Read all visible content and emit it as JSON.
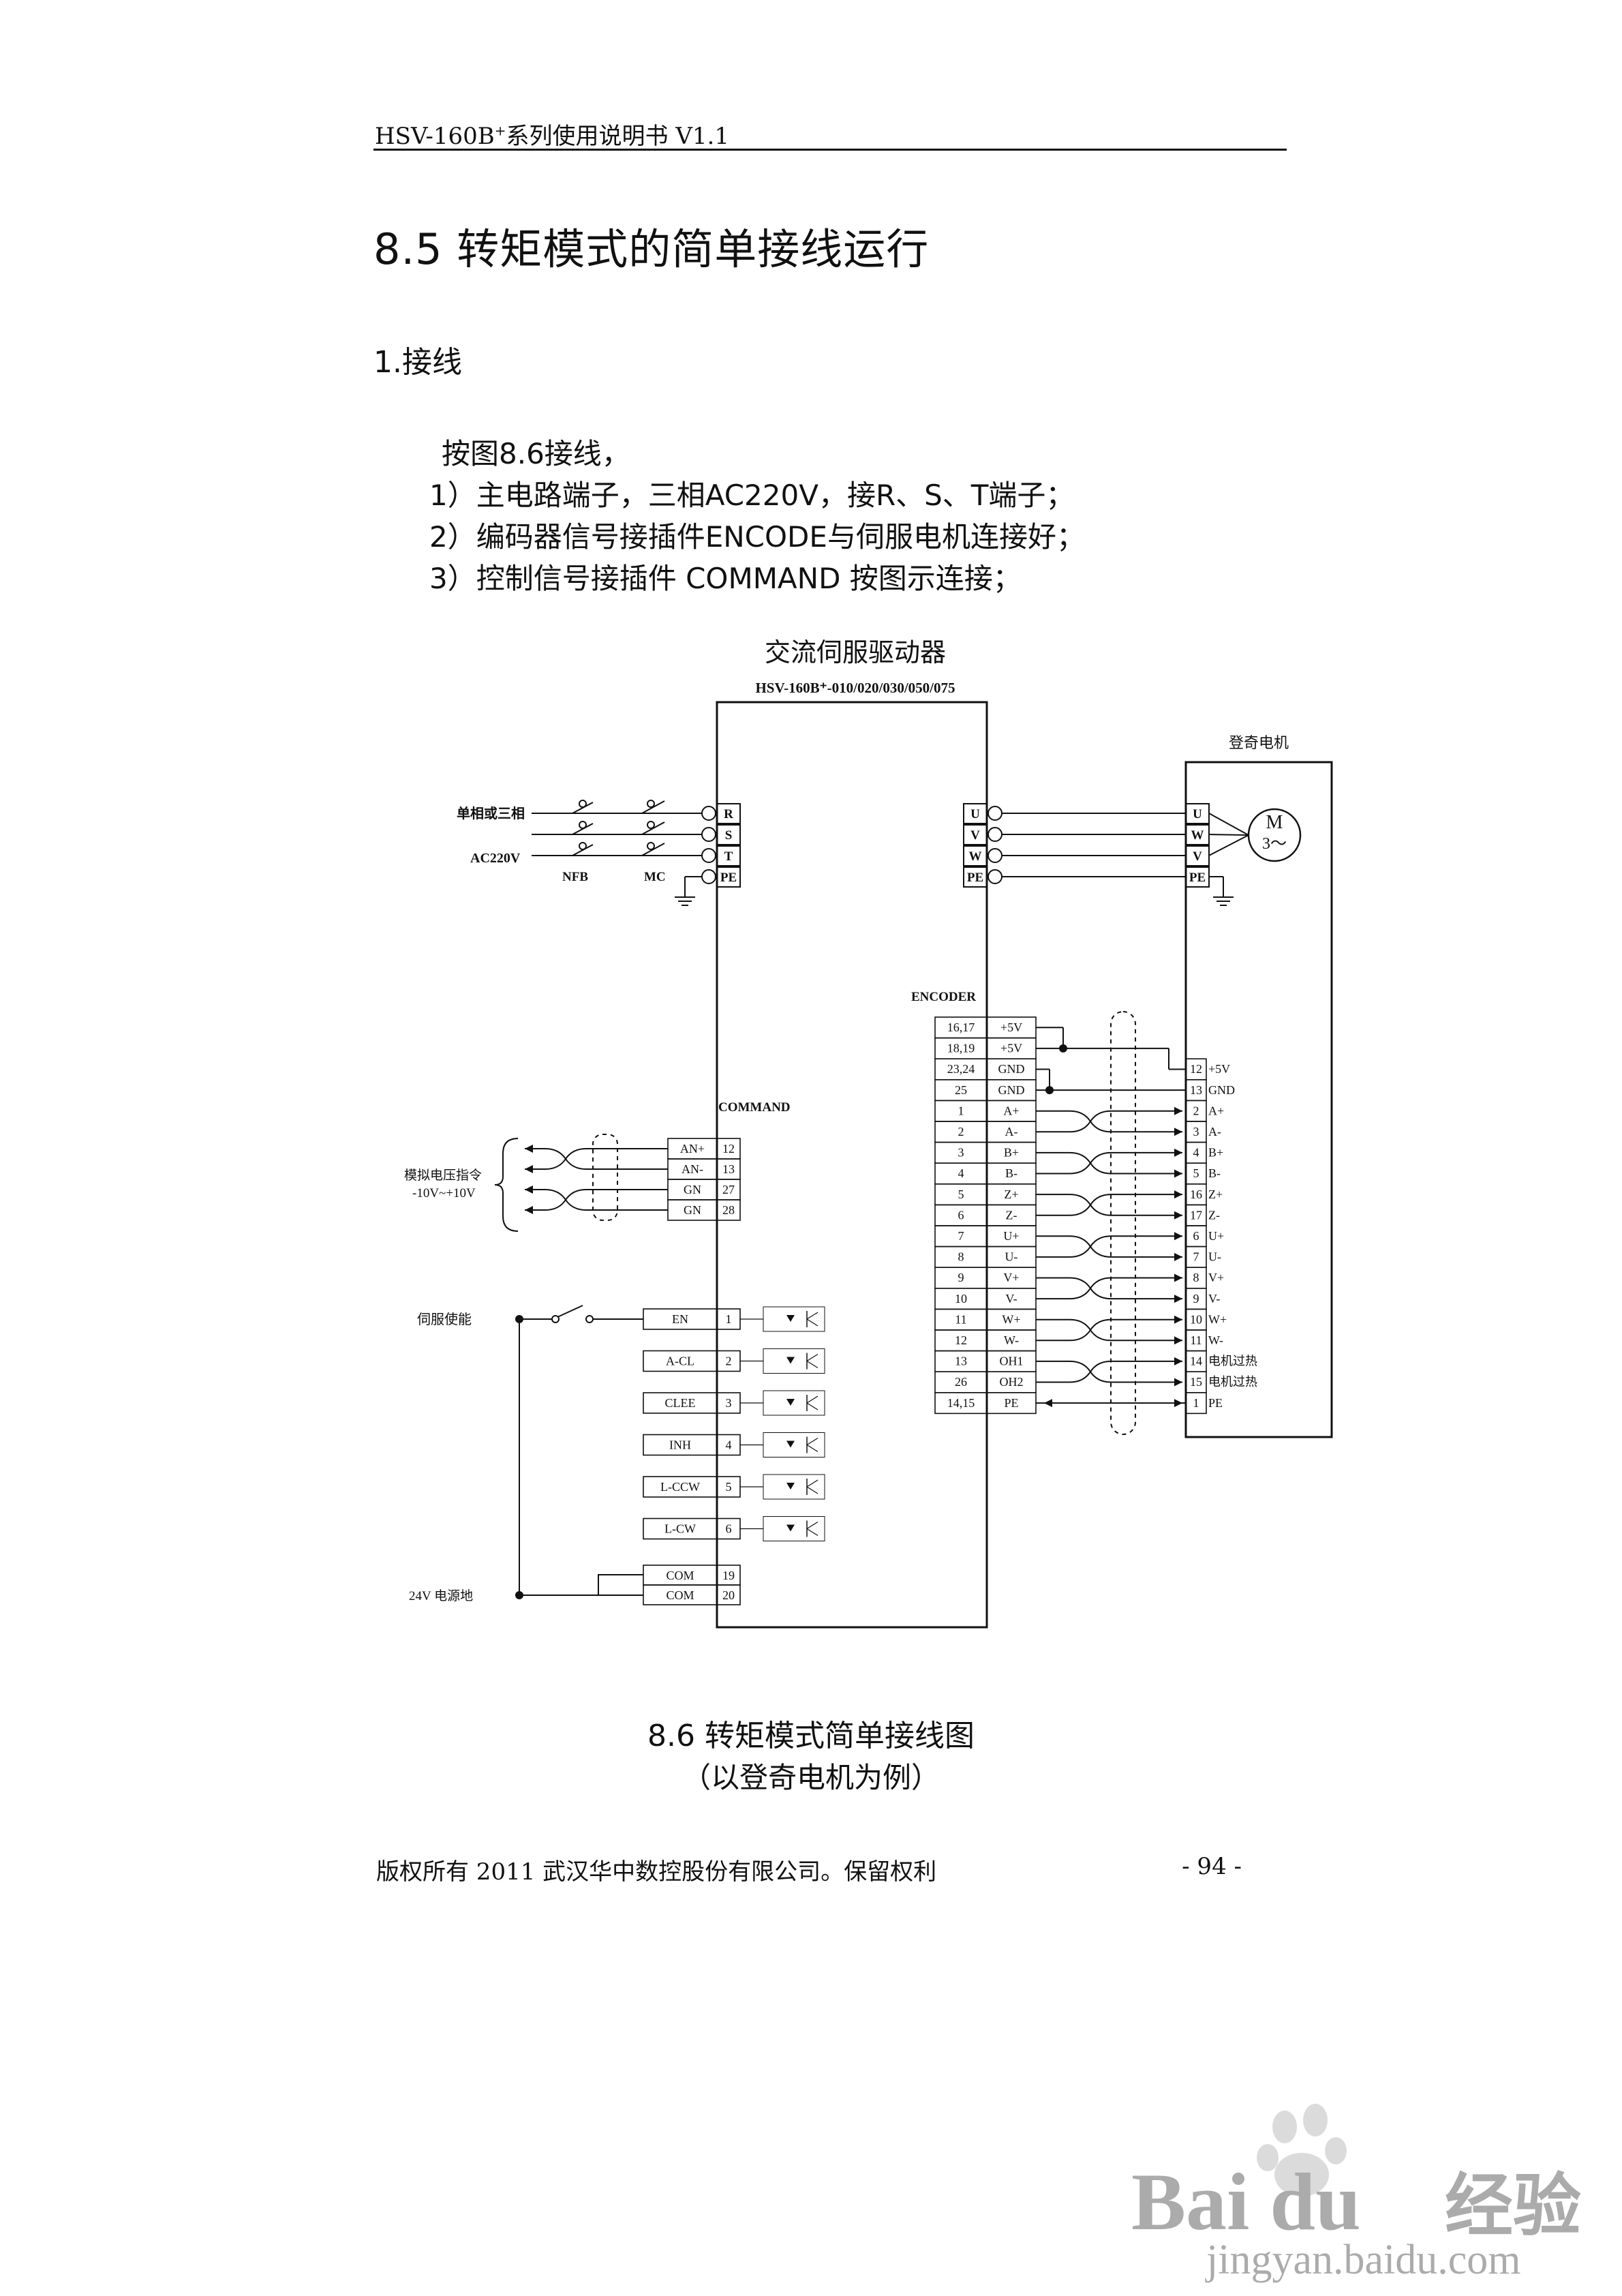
{
  "header": {
    "text_main": "HSV-160B",
    "text_sup": "+",
    "text_rest": "系列使用说明书 V1.1"
  },
  "section_title": "8.5 转矩模式的简单接线运行",
  "subsection_title": "1.接线",
  "body": {
    "intro": "按图8.6接线，",
    "item1": "1）主电路端子，三相AC220V，接R、S、T端子；",
    "item2": "2）编码器信号接插件ENCODE与伺服电机连接好；",
    "item3": "3）控制信号接插件 COMMAND 按图示连接；"
  },
  "diagram": {
    "title": "交流伺服驱动器",
    "model": "HSV-160B⁺-010/020/030/050/075",
    "motor_label": "登奇电机",
    "motor_symbol_1": "M",
    "motor_symbol_2": "3～",
    "power_labels": [
      "单相或三相",
      "AC220V",
      "NFB",
      "MC"
    ],
    "power_terminals": [
      "R",
      "S",
      "T",
      "PE"
    ],
    "output_terminals": [
      "U",
      "V",
      "W",
      "PE"
    ],
    "motor_terminals": [
      "U",
      "W",
      "V",
      "PE"
    ],
    "encoder_label": "ENCODER",
    "encoder_rows": [
      [
        "16,17",
        "+5V"
      ],
      [
        "18,19",
        "+5V"
      ],
      [
        "23,24",
        "GND"
      ],
      [
        "25",
        "GND"
      ],
      [
        "1",
        "A+"
      ],
      [
        "2",
        "A-"
      ],
      [
        "3",
        "B+"
      ],
      [
        "4",
        "B-"
      ],
      [
        "5",
        "Z+"
      ],
      [
        "6",
        "Z-"
      ],
      [
        "7",
        "U+"
      ],
      [
        "8",
        "U-"
      ],
      [
        "9",
        "V+"
      ],
      [
        "10",
        "V-"
      ],
      [
        "11",
        "W+"
      ],
      [
        "12",
        "W-"
      ],
      [
        "13",
        "OH1"
      ],
      [
        "26",
        "OH2"
      ],
      [
        "14,15",
        "PE"
      ]
    ],
    "motor_enc_rows": [
      [
        "12",
        "+5V"
      ],
      [
        "13",
        "GND"
      ],
      [
        "2",
        "A+"
      ],
      [
        "3",
        "A-"
      ],
      [
        "4",
        "B+"
      ],
      [
        "5",
        "B-"
      ],
      [
        "16",
        "Z+"
      ],
      [
        "17",
        "Z-"
      ],
      [
        "6",
        "U+"
      ],
      [
        "7",
        "U-"
      ],
      [
        "8",
        "V+"
      ],
      [
        "9",
        "V-"
      ],
      [
        "10",
        "W+"
      ],
      [
        "11",
        "W-"
      ],
      [
        "14",
        "电机过热"
      ],
      [
        "15",
        "电机过热"
      ],
      [
        "1",
        "PE"
      ]
    ],
    "command_label": "COMMAND",
    "analog_label_1": "模拟电压指令",
    "analog_label_2": "-10V~+10V",
    "analog_rows": [
      [
        "AN+",
        "12"
      ],
      [
        "AN-",
        "13"
      ],
      [
        "GN",
        "27"
      ],
      [
        "GN",
        "28"
      ]
    ],
    "enable_label": "伺服使能",
    "input_rows": [
      [
        "EN",
        "1"
      ],
      [
        "A-CL",
        "2"
      ],
      [
        "CLEE",
        "3"
      ],
      [
        "INH",
        "4"
      ],
      [
        "L-CCW",
        "5"
      ],
      [
        "L-CW",
        "6"
      ]
    ],
    "com_rows": [
      [
        "COM",
        "19"
      ],
      [
        "COM",
        "20"
      ]
    ],
    "ground_label": "24V 电源地"
  },
  "caption": {
    "line1": "8.6  转矩模式简单接线图",
    "line2": "（以登奇电机为例）"
  },
  "footer": {
    "left": "版权所有    2011      武汉华中数控股份有限公司。保留权利",
    "page": "- 94 -"
  },
  "watermark": {
    "brand": "Bai du",
    "cn": "经验",
    "url": "jingyan.baidu.com"
  }
}
